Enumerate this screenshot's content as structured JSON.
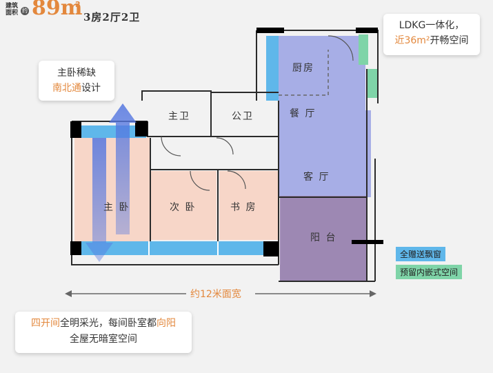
{
  "header": {
    "area_label_line1": "建筑",
    "area_label_line2": "面积",
    "dot_text": "约",
    "area_number": "89m",
    "area_sup": "2",
    "layout": "3房2厅2卫"
  },
  "callouts": {
    "ldkg": {
      "line1": "LDKG一体化，",
      "line2_highlight": "近36m²",
      "line2_rest": "开畅空间"
    },
    "master": {
      "line1": "主卧稀缺",
      "line2_highlight": "南北通",
      "line2_rest": "设计"
    },
    "bottom": {
      "line1_highlight_a": "四开间",
      "line1_mid": "全明采光，每间卧室都",
      "line1_highlight_b": "向阳",
      "line2": "全屋无暗室空间"
    }
  },
  "rooms": {
    "kitchen": "厨房",
    "dining": "餐 厅",
    "living": "客 厅",
    "balcony": "阳 台",
    "master_bath": "主卫",
    "public_bath": "公卫",
    "master_bed": "主 卧",
    "second_bed": "次 卧",
    "study": "书 房"
  },
  "legend": {
    "bay_window": "全赠送飘窗",
    "embedded": "预留内嵌式空间"
  },
  "width_label": "约12米面宽",
  "colors": {
    "accent": "#e3883d",
    "ldkg_fill": "#a7aee6",
    "balcony_fill": "#9d88b3",
    "bedroom_fill": "#f7d6c8",
    "bay_blue": "#5fb7ea",
    "embed_green": "#7fd4a8",
    "wall": "#2a2a2a"
  }
}
